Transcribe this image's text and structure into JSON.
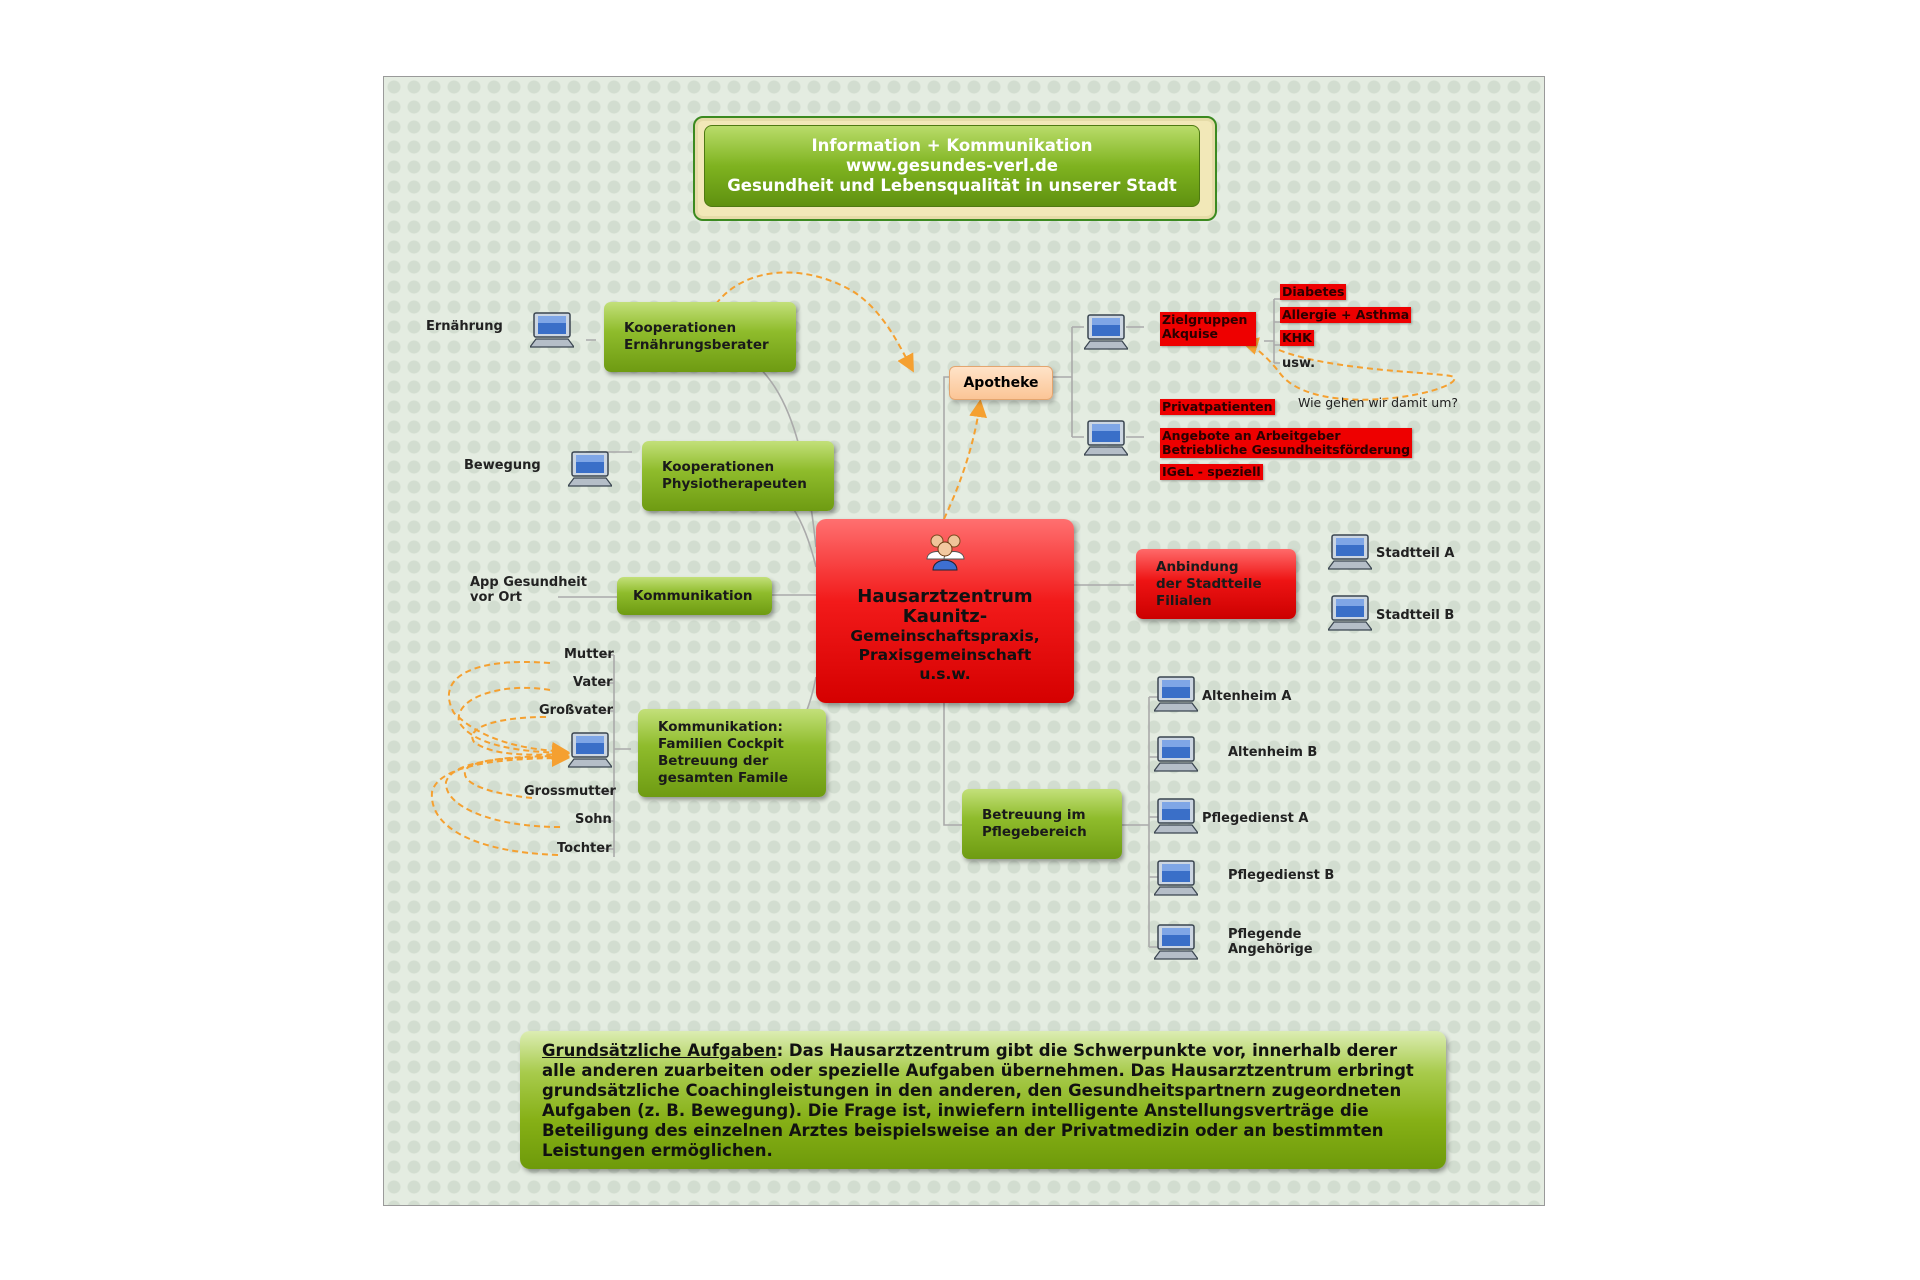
{
  "title": {
    "line1": "Information + Kommunikation",
    "line2": "www.gesundes-verl.de",
    "line3": "Gesundheit und Lebensqualität in unserer Stadt"
  },
  "center": {
    "title_line1": "Hausarztzentrum",
    "title_line2": "Kaunitz-",
    "sub_line1": "Gemeinschaftspraxis,",
    "sub_line2": "Praxisgemeinschaft",
    "sub_line3": "u.s.w."
  },
  "left_branches": {
    "ernaehrung": {
      "line1": "Kooperationen",
      "line2": "Ernährungsberater",
      "leaf": "Ernährung"
    },
    "physio": {
      "line1": "Kooperationen",
      "line2": "Physiotherapeuten",
      "leaf": "Bewegung"
    },
    "kommunikation": {
      "label": "Kommunikation",
      "leaf_line1": "App Gesundheit",
      "leaf_line2": "vor Ort"
    },
    "familie": {
      "line1": "Kommunikation:",
      "line2": "Familien Cockpit",
      "line3": "Betreuung der",
      "line4": "gesamten Famile",
      "members": [
        "Mutter",
        "Vater",
        "Großvater",
        "Grossmutter",
        "Sohn",
        "Tochter"
      ]
    }
  },
  "right_branches": {
    "apotheke": {
      "label": "Apotheke",
      "zielgruppen_line1": "Zielgruppen",
      "zielgruppen_line2": "Akquise",
      "targets": [
        "Diabetes",
        "Allergie + Asthma",
        "KHK"
      ],
      "usw": "usw.",
      "privat": "Privatpatienten",
      "question": "Wie gehen wir damit um?",
      "angebote_line1": "Angebote an Arbeitgeber",
      "angebote_line2": "Betriebliche Gesundheitsförderung",
      "igel": "IGeL - speziell"
    },
    "stadtteile": {
      "line1": "Anbindung",
      "line2": "der Stadtteile",
      "line3": "Filialen",
      "items": [
        "Stadtteil A",
        "Stadtteil B"
      ]
    },
    "pflege": {
      "line1": "Betreuung im",
      "line2": "Pflegebereich",
      "items": [
        "Altenheim A",
        "Altenheim B",
        "Pflegedienst A",
        "Pflegedienst B"
      ],
      "last_line1": "Pflegende",
      "last_line2": "Angehörige"
    }
  },
  "bottom": {
    "heading": "Grundsätzliche Aufgaben",
    "text": ": Das Hausarztzentrum gibt die Schwerpunkte vor, innerhalb derer alle anderen zuarbeiten oder spezielle Aufgaben übernehmen. Das Hausarztzentrum erbringt grundsätzliche Coachingleistungen in den anderen, den Gesundheitspartnern zugeordneten Aufgaben (z. B. Bewegung). Die Frage ist, inwiefern intelligente Anstellungsverträge die Beteiligung des einzelnen Arztes beispielsweise an der Privatmedizin oder an bestimmten Leistungen ermöglichen."
  },
  "icons": {
    "computer": "computer-icon",
    "center": "doctors-group-icon"
  },
  "colors": {
    "green_node": "#8fbc2c",
    "red_node": "#ee1414",
    "orange_node": "#fbc596",
    "connector": "#b0b0b0",
    "dashed_arrow": "#f5a030"
  }
}
